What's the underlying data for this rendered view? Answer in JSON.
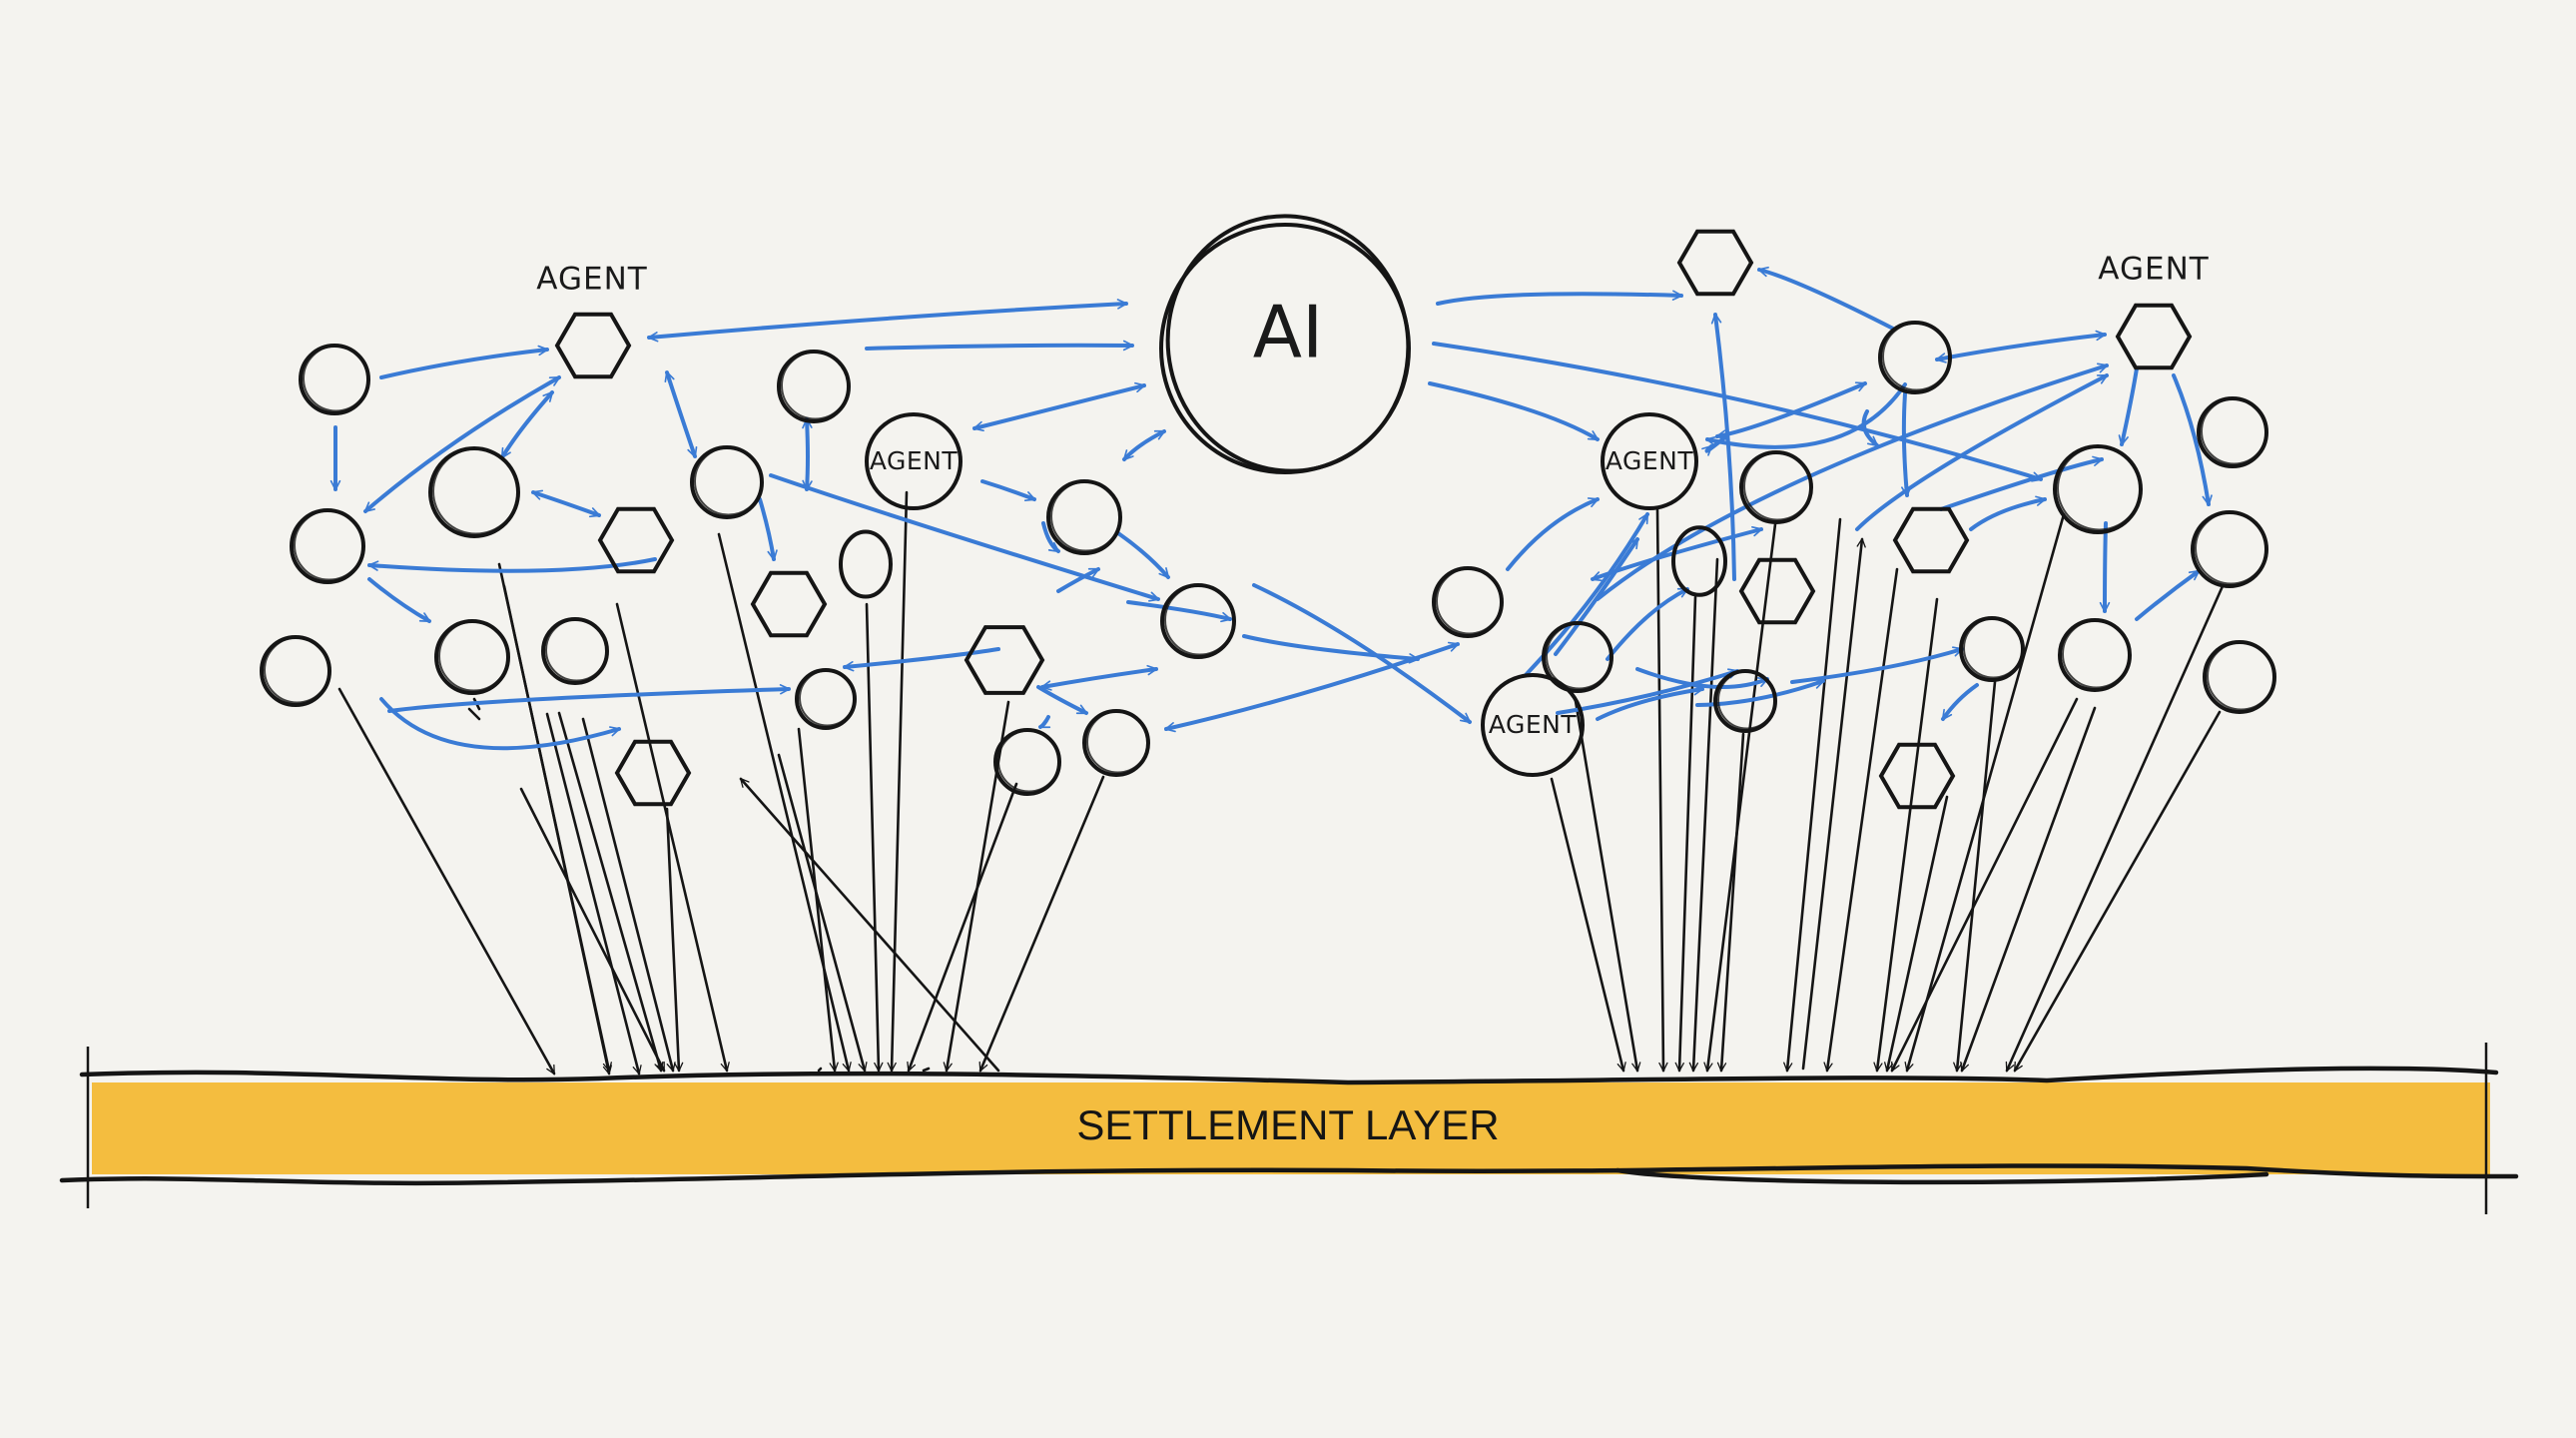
{
  "diagram": {
    "hub_label": "AI",
    "agent_label": "AGENT",
    "settlement_label": "SETTLEMENT LAYER",
    "colors": {
      "background": "#f4f3ef",
      "ink": "#151515",
      "connection_blue": "#3a7bd5",
      "settlement_fill": "#f4bd3f"
    },
    "labels": {
      "agent_top_left": "AGENT",
      "agent_top_right": "AGENT",
      "agent_circle_left": "AGENT",
      "agent_circle_right": "AGENT",
      "agent_circle_bottom": "AGENT"
    }
  }
}
